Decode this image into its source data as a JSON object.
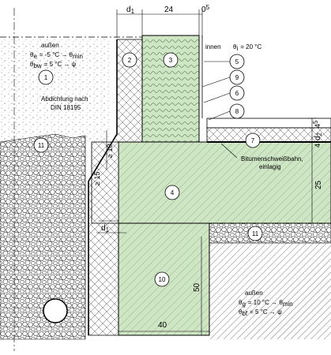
{
  "dimensions": {
    "top_d1": "d",
    "top_d1_sub": "1",
    "top_24": "24",
    "top_0": "0",
    "top_5": "5",
    "left_10": "≥ 10",
    "left_15": "≥ 15",
    "mid_d1": "d",
    "mid_d1_sub": "1",
    "right_45": "4",
    "right_45b": "5",
    "right_d2": "d",
    "right_d2_sub": "2",
    "right_4": "4",
    "right_25": "25",
    "bottom_40": "40",
    "bottom_50": "50"
  },
  "outside_top": {
    "title": "außen",
    "line1_sym": "θ",
    "line1_sub": "e",
    "line1_val": "=  -5 °C → θ",
    "line1_end": "min",
    "line2_sym": "θ",
    "line2_sub": "bw",
    "line2_val": "=   5 °C → ψ"
  },
  "inside": {
    "title": "innen",
    "sym": "θ",
    "sub": "i",
    "val": "= 20 °C"
  },
  "sealing": {
    "line1": "Abdichtung nach",
    "line2": "DIN 18195"
  },
  "membrane": {
    "line1": "Bitumenschweißbahn,",
    "line2": "einlagig"
  },
  "outside_bottom": {
    "title": "außen",
    "line1_sym": "θ",
    "line1_sub": "g",
    "line1_val": "= 10 °C → θ",
    "line1_end": "min",
    "line2_sym": "θ",
    "line2_sub": "bf",
    "line2_val": "=   5 °C → ψ"
  },
  "markers": [
    "1",
    "2",
    "3",
    "4",
    "5",
    "6",
    "7",
    "8",
    "9",
    "10",
    "11",
    "11"
  ],
  "colors": {
    "concrete": "#cfe6c4",
    "insulation_bg": "#ffffff",
    "line": "#000000"
  }
}
